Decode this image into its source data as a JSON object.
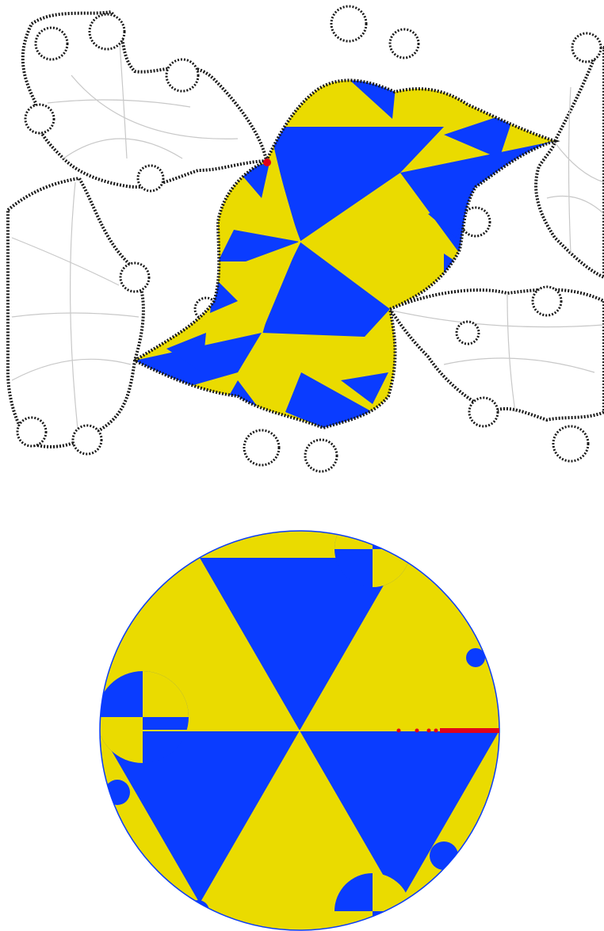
{
  "colors": {
    "background": "#ffffff",
    "blue": "#0a3cff",
    "yellow": "#eadb00",
    "julia_outline": "#1a1a1a",
    "gray_arc": "#c8c8c8",
    "marker_red": "#e0001b"
  },
  "julia_panel": {
    "highlighted_component_colors": [
      "blue",
      "yellow"
    ],
    "other_components": "white-with-gray-geodesics",
    "marked_point": "red-dot"
  },
  "disk_panel": {
    "sectors": 6,
    "sector_colors": [
      "yellow",
      "blue",
      "yellow",
      "blue",
      "yellow",
      "blue"
    ],
    "marked_ray": "red-dots-on-positive-real-axis"
  }
}
